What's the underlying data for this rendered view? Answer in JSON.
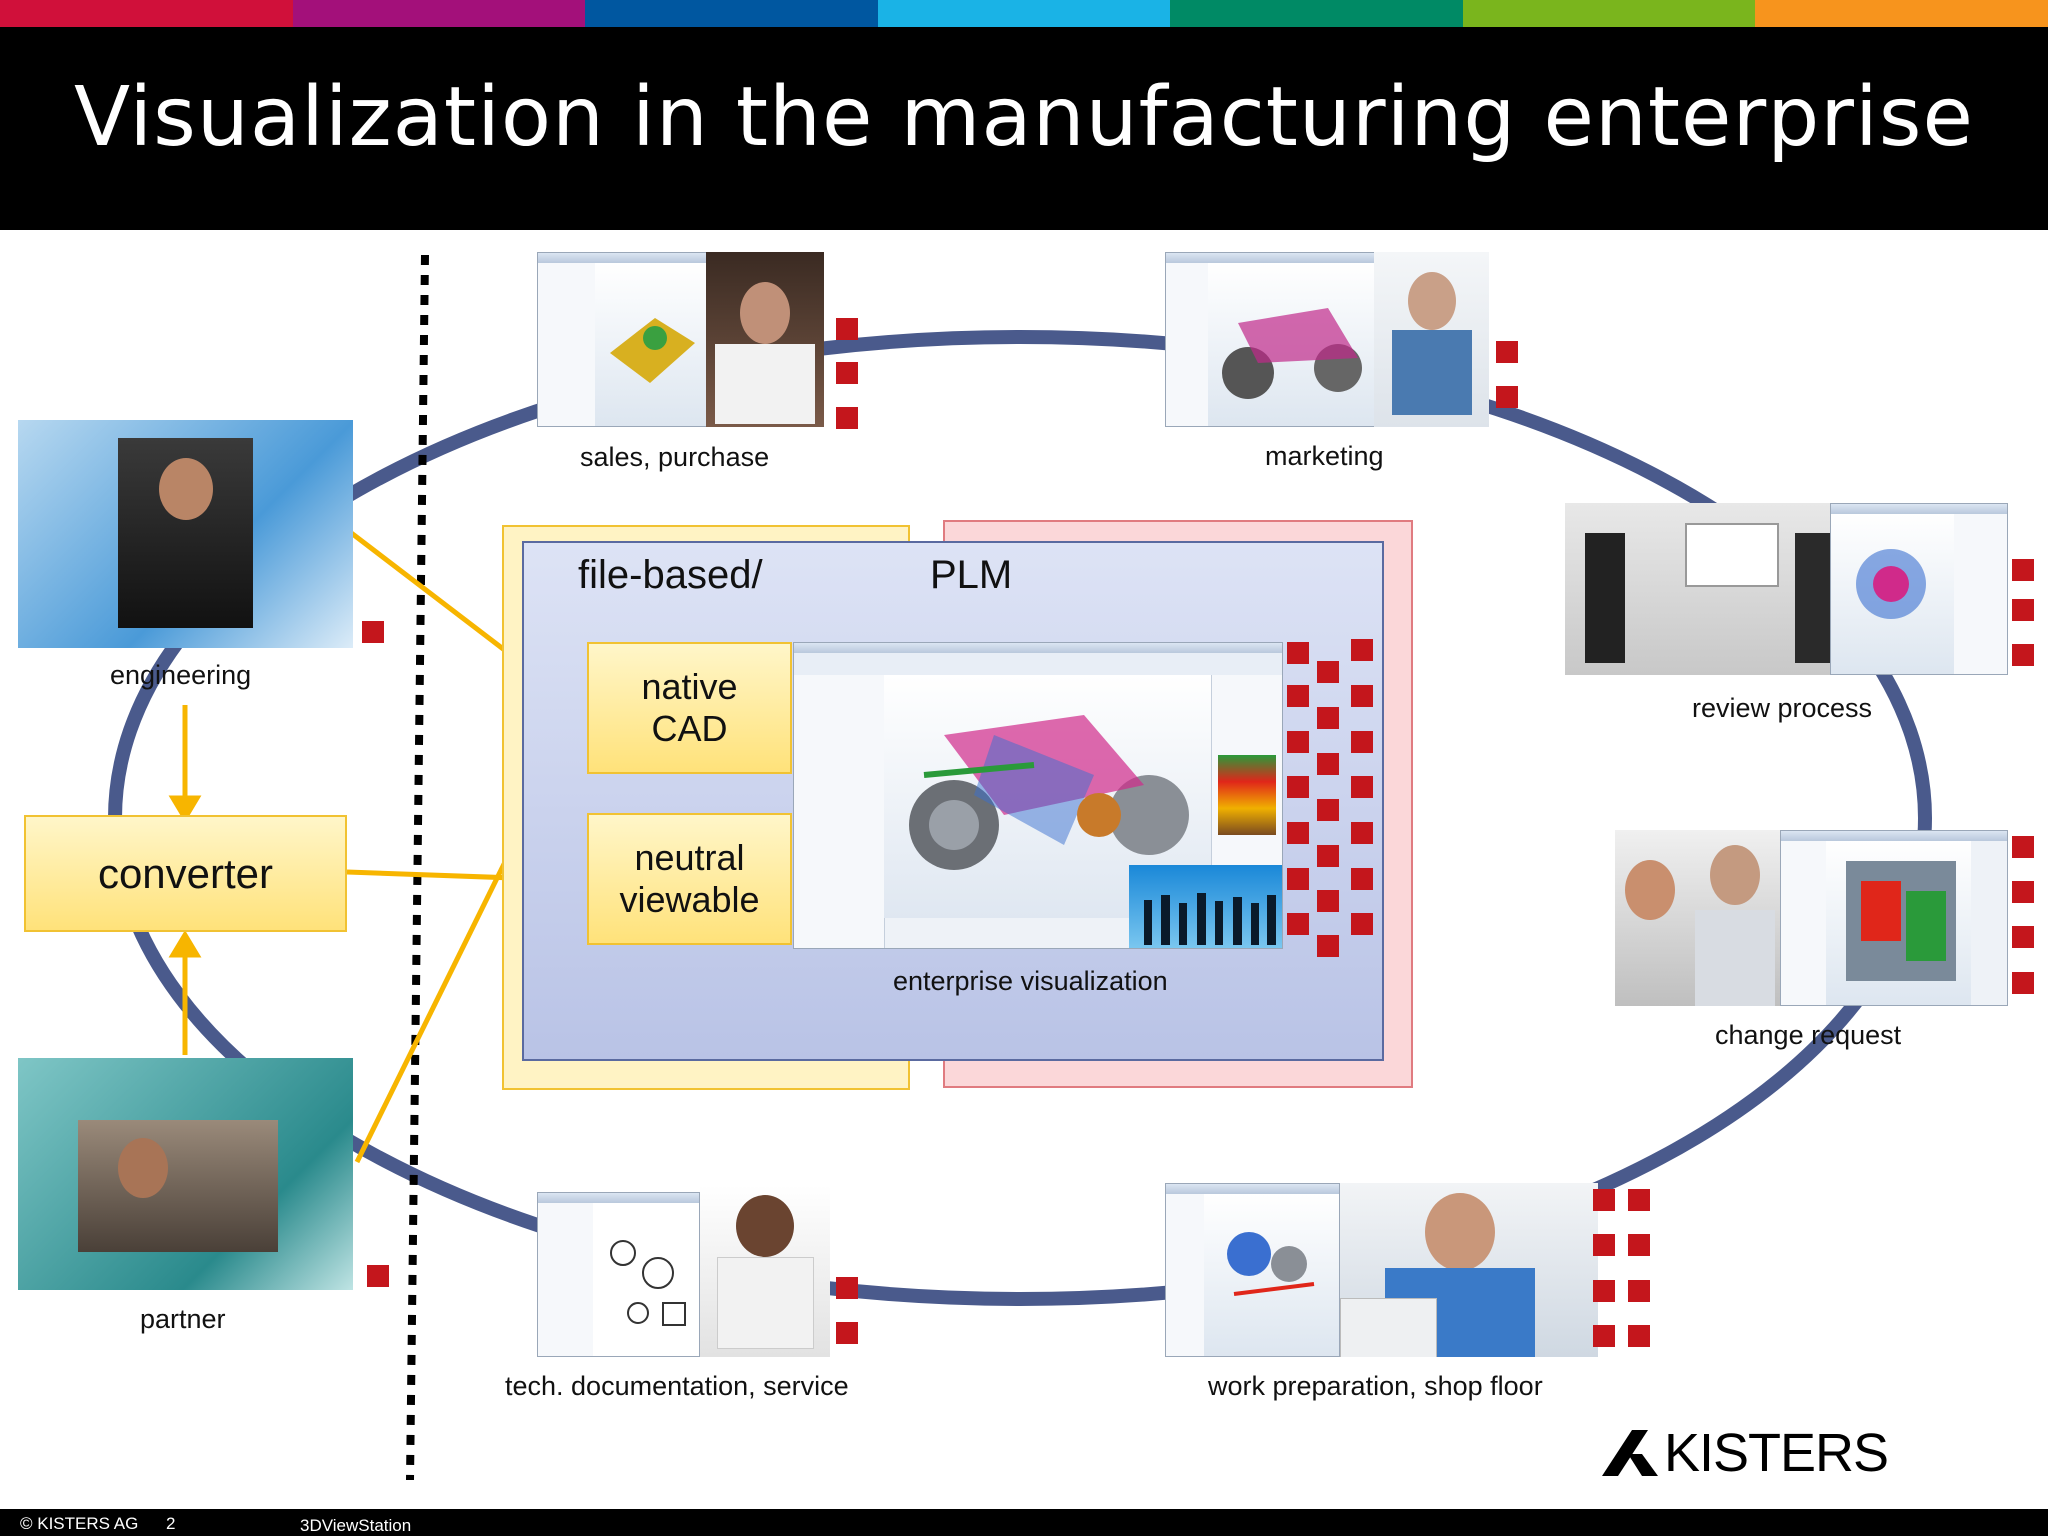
{
  "title": "Visualization in the manufacturing enterprise",
  "colors": {
    "top_bar": [
      "#d0103a",
      "#a3107a",
      "#0057a0",
      "#1ab3e6",
      "#008a65",
      "#7ab51d",
      "#f7941d"
    ],
    "ring": "#4a5a8c",
    "arrow": "#f7b500",
    "marker": "#c4161c"
  },
  "left": {
    "engineering": "engineering",
    "converter": "converter",
    "partner": "partner"
  },
  "center": {
    "file_based": "file-based/",
    "plm": "PLM",
    "native_cad": "native CAD",
    "neutral_viewable": "neutral viewable",
    "enterprise_visualization": "enterprise visualization"
  },
  "stations": {
    "sales": "sales, purchase",
    "marketing": "marketing",
    "review": "review process",
    "change": "change request",
    "techdoc": "tech. documentation, service",
    "workprep": "work preparation, shop floor"
  },
  "logo": "KISTERS",
  "footer": {
    "copyright": "© KISTERS AG",
    "page": "2",
    "product": "3DViewStation"
  }
}
